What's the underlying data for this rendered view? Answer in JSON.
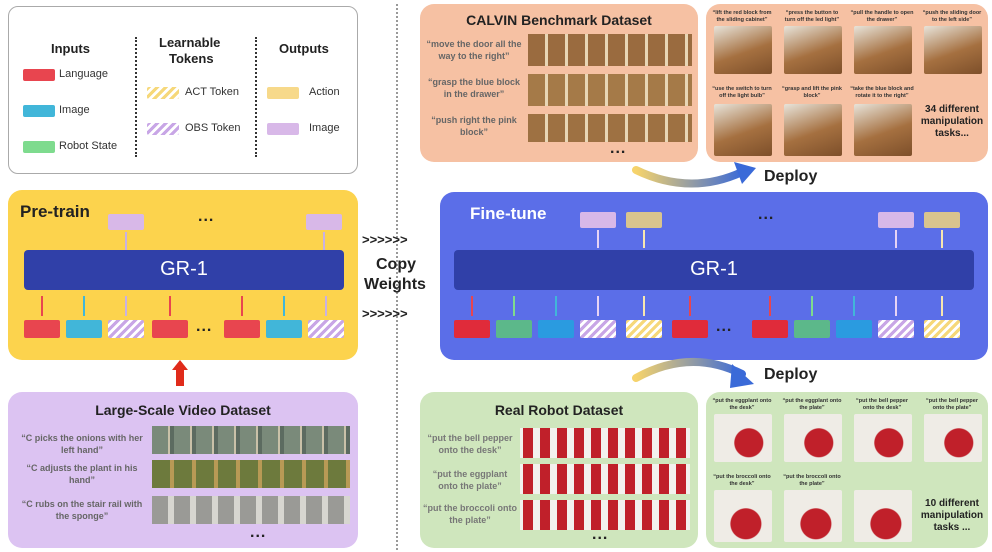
{
  "legend": {
    "inputs_heading": "Inputs",
    "tokens_heading_line1": "Learnable",
    "tokens_heading_line2": "Tokens",
    "outputs_heading": "Outputs",
    "language": "Language",
    "image": "Image",
    "robot_state": "Robot State",
    "act_token": "ACT Token",
    "obs_token": "OBS Token",
    "action": "Action",
    "out_image": "Image"
  },
  "colors": {
    "language": "#e8454f",
    "image": "#41b6d9",
    "robot_state": "#7edb8e",
    "action": "#f7d98a",
    "out_image": "#d8b8e8",
    "pretrain_bg": "#fcd34d",
    "finetune_bg": "#5b6ee8",
    "gr1_block": "#3040a8",
    "video_bg": "#dcc3f2",
    "calvin_bg": "#f6c1a3",
    "robot_bg": "#cfe6bd"
  },
  "pretrain": {
    "title": "Pre-train",
    "model": "GR-1",
    "ellipsis_top": "...",
    "ellipsis_bottom": "..."
  },
  "finetune": {
    "title": "Fine-tune",
    "model": "GR-1",
    "ellipsis_top": "...",
    "ellipsis_bottom": "..."
  },
  "copy": {
    "arrows_top": ">>>>>>",
    "label_line1": "Copy",
    "label_line2": "Weights",
    "arrows_bottom": ">>>>>>"
  },
  "video_dataset": {
    "title": "Large-Scale Video Dataset",
    "quotes": [
      "“C picks the onions with her left hand”",
      "“C adjusts the plant in his hand”",
      "“C rubs on the stair rail with the sponge”"
    ],
    "ellipsis": "..."
  },
  "calvin": {
    "title": "CALVIN Benchmark Dataset",
    "quotes": [
      "“move the door all the way to the right”",
      "“grasp the blue block in the drawer”",
      "“push right the pink block”"
    ],
    "ellipsis": "...",
    "deploy": "Deploy",
    "task_captions": [
      "“lift the red block from the sliding cabinet”",
      "“press the button to turn off the led light”",
      "“pull the handle to open the drawer”",
      "“push the sliding door to the left side”",
      "“use the switch to turn off the light bulb”",
      "“grasp and lift the pink block”",
      "“take the blue block and rotate it to the right”"
    ],
    "summary": "34 different manipulation tasks..."
  },
  "real_robot": {
    "title": "Real Robot Dataset",
    "quotes": [
      "“put the bell pepper onto the desk”",
      "“put the eggplant onto the plate”",
      "“put the broccoli onto the plate”"
    ],
    "ellipsis": "...",
    "deploy": "Deploy",
    "task_captions": [
      "“put the eggplant onto the desk”",
      "“put the eggplant onto the plate”",
      "“put the bell pepper onto the desk”",
      "“put the bell pepper onto the plate”",
      "“put the broccoli onto the desk”",
      "“put the broccoli onto the plate”"
    ],
    "summary": "10 different manipulation tasks ..."
  }
}
